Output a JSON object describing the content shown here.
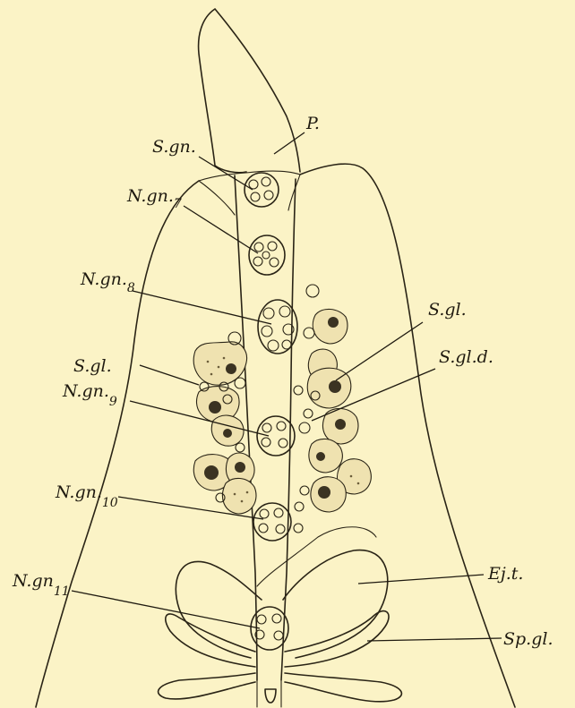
{
  "labels": {
    "p": "P.",
    "sgn": "S.gn.",
    "ngn7": {
      "main": "N.gn.",
      "sub": "7"
    },
    "ngn8": {
      "main": "N.gn.",
      "sub": "8"
    },
    "sgl_right": "S.gl.",
    "sgl_left": "S.gl.",
    "sgld": "S.gl.d.",
    "ngn9": {
      "main": "N.gn.",
      "sub": "9"
    },
    "ngn10": {
      "main": "N.gn.",
      "sub": "10"
    },
    "ngn11": {
      "main": "N.gn",
      "sub": "11"
    },
    "ejt": "Ej.t.",
    "spgl": "Sp.gl."
  }
}
